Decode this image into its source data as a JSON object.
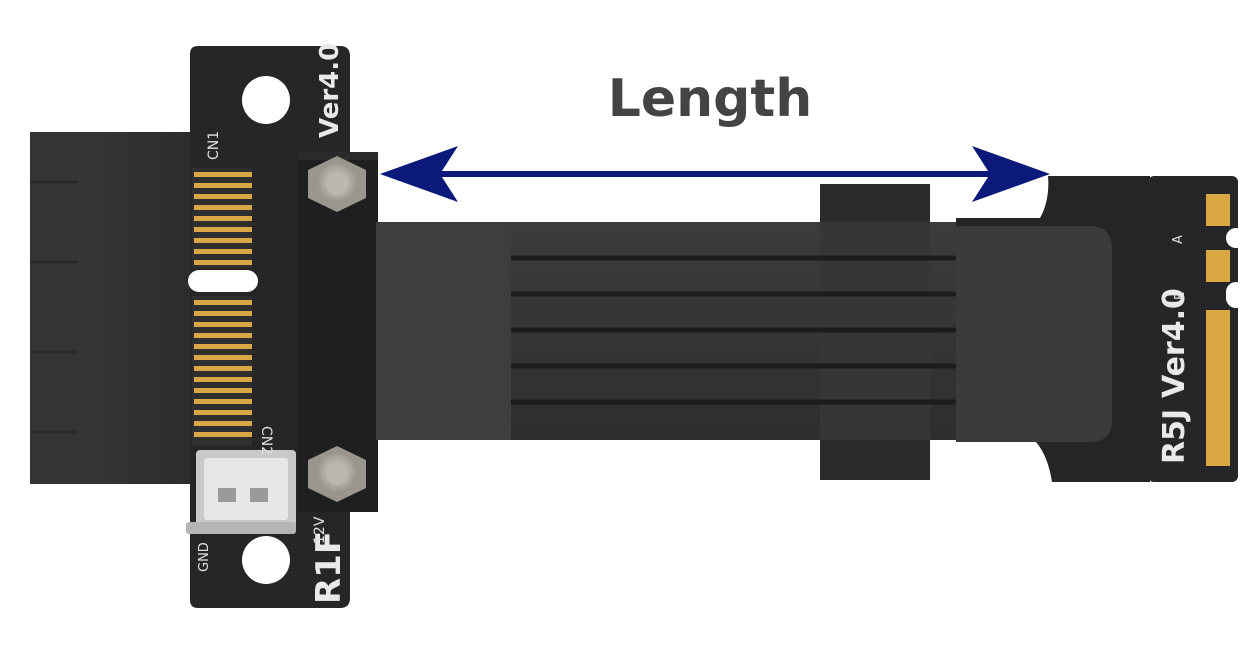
{
  "labels": {
    "measurement": "Length",
    "left_version": "Ver4.0",
    "left_model": "R1F",
    "connector1": "CN1",
    "connector2": "CN2",
    "voltage": "12V",
    "ground": "GND",
    "right_model": "R5J",
    "right_version": "Ver4.0",
    "right_version_suffix": "E",
    "key_a": "A"
  },
  "colors": {
    "pcb": "#2a2a2a",
    "cable": "#3a3a3a",
    "arrow": "#0b1a7a",
    "gold": "#d9a844"
  }
}
